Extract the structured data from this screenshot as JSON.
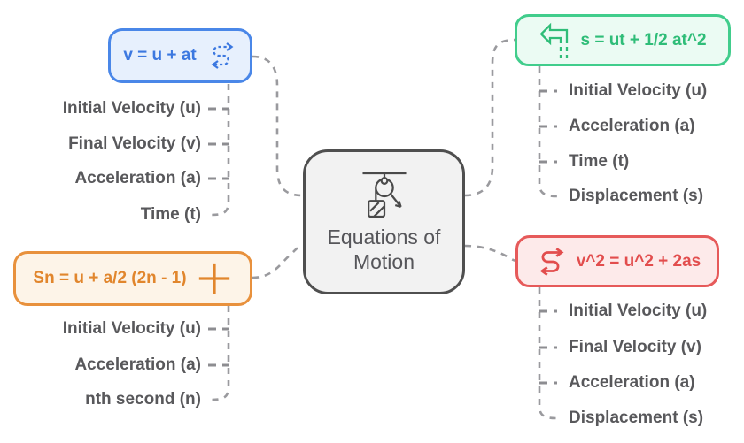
{
  "canvas": {
    "background": "#ffffff"
  },
  "center": {
    "title": "Equations of Motion",
    "icon": "pulley-icon",
    "border_color": "#4f4f4f",
    "fill_color": "#f2f2f2",
    "text_color": "#56565a"
  },
  "connectors": {
    "color": "#9a9a9e",
    "stub_color": "#8d8d91"
  },
  "items_text_color": "#58585b",
  "branches": [
    {
      "position": "top-left",
      "formula": "v = u + at",
      "icon": "s-curve-dashed-arrow-icon",
      "border_color": "#4a87e8",
      "fill_color": "#e7f0fd",
      "text_color": "#3c78e0",
      "items": [
        "Initial Velocity (u)",
        "Final Velocity (v)",
        "Acceleration (a)",
        "Time (t)"
      ]
    },
    {
      "position": "top-right",
      "formula": "s = ut + 1/2 at^2",
      "icon": "corner-left-arrow-icon",
      "border_color": "#41cd8c",
      "fill_color": "#ebfbf3",
      "text_color": "#2fbd78",
      "items": [
        "Initial Velocity (u)",
        "Acceleration (a)",
        "Time (t)",
        "Displacement (s)"
      ]
    },
    {
      "position": "bottom-left",
      "formula": "Sn = u + a/2 (2n - 1)",
      "icon": "plus-icon",
      "border_color": "#e8913d",
      "fill_color": "#fdf4e8",
      "text_color": "#e1862d",
      "items": [
        "Initial Velocity (u)",
        "Acceleration (a)",
        "nth second (n)"
      ]
    },
    {
      "position": "bottom-right",
      "formula": "v^2 = u^2 + 2as",
      "icon": "s-curve-arrow-icon",
      "border_color": "#e65a5a",
      "fill_color": "#fdeaea",
      "text_color": "#e24d4d",
      "items": [
        "Initial Velocity (u)",
        "Final Velocity (v)",
        "Acceleration (a)",
        "Displacement (s)"
      ]
    }
  ]
}
